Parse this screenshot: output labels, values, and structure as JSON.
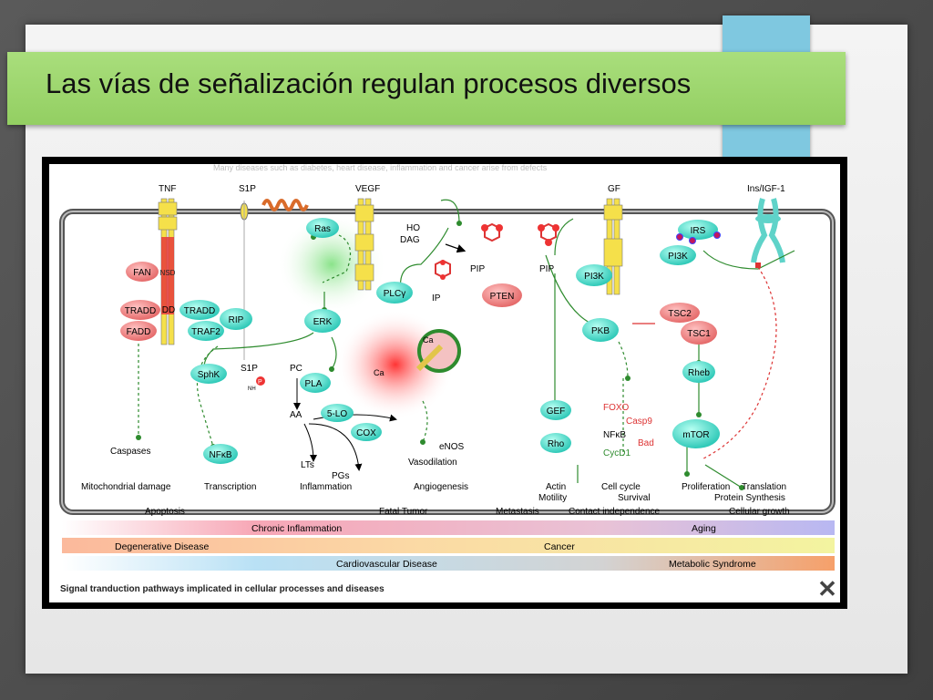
{
  "slide": {
    "title": "Las vías de señalización regulan procesos diversos"
  },
  "figure": {
    "faded_header": "Many diseases such as diabetes, heart disease, inflammation and cancer arise from defects",
    "caption": "Signal tranduction pathways implicated in cellular processes and diseases",
    "close_label": "✕",
    "receptors": {
      "tnf": "TNF",
      "s1p": "S1P",
      "vegf": "VEGF",
      "gf": "GF",
      "ins": "Ins/IGF-1"
    },
    "nodes": {
      "fan": "FAN",
      "nsd": "NSD",
      "tradd1": "TRADD",
      "dd": "DD",
      "tradd2": "TRADD",
      "fadd": "FADD",
      "traf2": "TRAF2",
      "rip": "RIP",
      "ras": "Ras",
      "erk": "ERK",
      "sphk": "SphK",
      "s1p2": "S1P",
      "nh2": "NH",
      "p": "P",
      "pc": "PC",
      "pla2": "PLA",
      "aa": "AA",
      "lo5": "5-LO",
      "cox": "COX",
      "lts": "LTs",
      "pgs": "PGs",
      "nfkb1": "NFκB",
      "plcg": "PLCγ",
      "ho": "HO",
      "dag": "DAG",
      "ip3": "IP",
      "ca1": "Ca",
      "ca2": "Ca",
      "pip2": "PIP",
      "pip3": "PIP",
      "pten": "PTEN",
      "pi3k1": "PI3K",
      "pi3k2": "PI3K",
      "irs": "IRS",
      "pkb": "PKB",
      "tsc2": "TSC2",
      "tsc1": "TSC1",
      "rheb": "Rheb",
      "mtor": "mTOR",
      "gef": "GEF",
      "rho": "Rho",
      "foxo": "FOXO",
      "casp9": "Casp9",
      "nfkb2": "NFκB",
      "bad": "Bad",
      "cycd1": "CycD1",
      "enos": "eNOS",
      "caspases": "Caspases"
    },
    "outcomes": {
      "mito": "Mitochondrial damage",
      "transcription": "Transcription",
      "inflammation": "Inflammation",
      "vasodilation": "Vasodilation",
      "angiogenesis": "Angiogenesis",
      "actin": "Actin",
      "motility": "Motility",
      "cellcycle": "Cell cycle",
      "survival": "Survival",
      "proliferation": "Proliferation",
      "translation": "Translation",
      "protein": "Protein Synthesis",
      "apoptosis": "Apoptosis",
      "fatal": "Fatal Tumor",
      "metastasis": "Metastasis",
      "contact": "Contact independence",
      "growth": "Cellular growth"
    },
    "bands": {
      "chronic": "Chronic Inflammation",
      "aging": "Aging",
      "degenerative": "Degenerative Disease",
      "cancer": "Cancer",
      "cardio": "Cardiovascular Disease",
      "metabolic": "Metabolic Syndrome"
    }
  },
  "colors": {
    "title_bar": "#9dd66d",
    "node_cyan": "#5ee0d0",
    "node_red": "#f08080",
    "arrow_green": "#3a9a3a",
    "membrane": "#555555"
  }
}
